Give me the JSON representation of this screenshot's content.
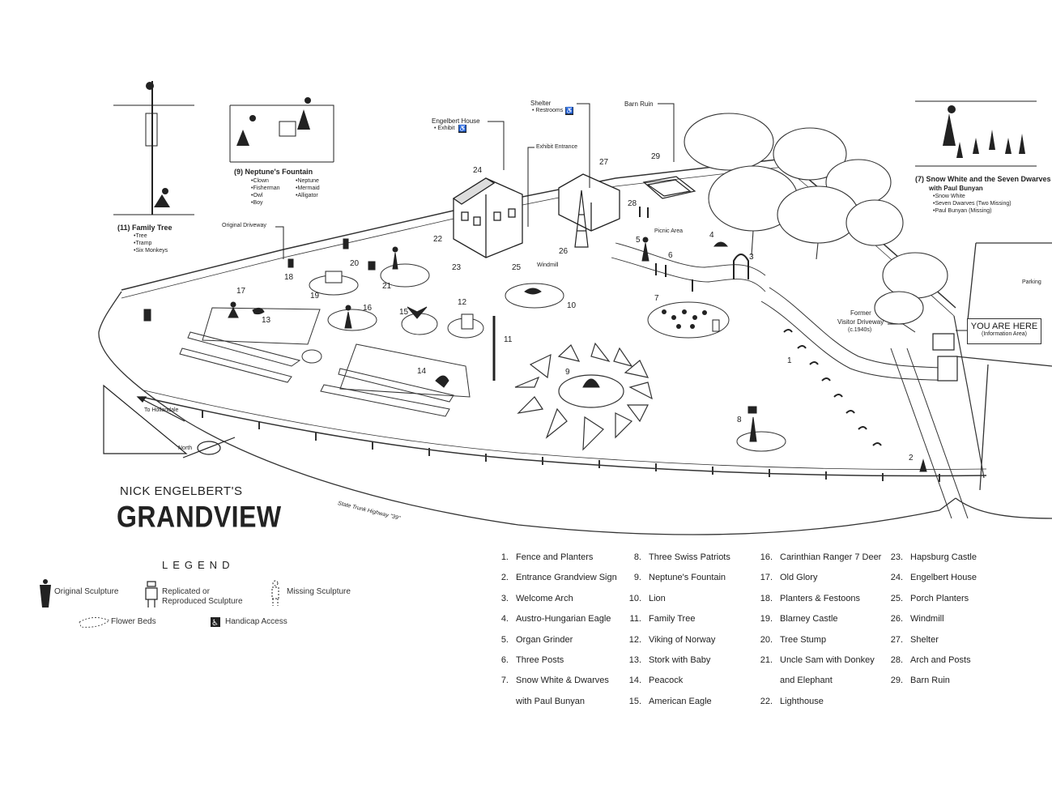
{
  "title": {
    "top": "NICK ENGELBERT'S",
    "main": "GRANDVIEW"
  },
  "legend": {
    "heading": "LEGEND",
    "items": [
      {
        "icon": "original-sculpture-icon",
        "label": "Original Sculpture"
      },
      {
        "icon": "replicated-sculpture-icon",
        "label_line1": "Replicated or",
        "label_line2": "Reproduced Sculpture"
      },
      {
        "icon": "missing-sculpture-icon",
        "label": "Missing Sculpture"
      },
      {
        "icon": "flower-bed-icon",
        "label": "Flower Beds"
      },
      {
        "icon": "handicap-icon",
        "label": "Handicap Access"
      }
    ]
  },
  "insets": {
    "family_tree": {
      "heading": "(11) Family Tree",
      "items": [
        "•Tree",
        "•Tramp",
        "•Six Monkeys"
      ]
    },
    "neptune": {
      "heading": "(9) Neptune's Fountain",
      "col1": [
        "•Clown",
        "•Fisherman",
        "•Owl",
        "•Boy"
      ],
      "col2": [
        "•Neptune",
        "•Mermaid",
        "•Alligator"
      ]
    },
    "snow_white": {
      "heading_line1": "(7) Snow White and the Seven Dwarves",
      "heading_line2": "with Paul Bunyan",
      "items": [
        "•Snow White",
        "•Seven Dwarves (Two Missing)",
        "•Paul Bunyan (Missing)"
      ]
    }
  },
  "callouts": {
    "engelbert_house": "Engelbert House",
    "engelbert_exhibit": "• Exhibit",
    "shelter": "Shelter",
    "shelter_restrooms": "• Restrooms",
    "barn_ruin": "Barn Ruin",
    "exhibit_entrance": "Exhibit Entrance",
    "original_driveway": "Original Driveway",
    "picnic_area": "Picnic Area",
    "windmill": "Windmill",
    "former_driveway_1": "Former",
    "former_driveway_2": "Visitor Driveway",
    "former_driveway_3": "(c.1940s)",
    "parking": "Parking",
    "you_are_here": "YOU ARE HERE",
    "info_area": "(Information Area)",
    "to_hollandale": "To Hollandale",
    "north": "North",
    "highway": "State Trunk Highway \"39\""
  },
  "map_numbers": [
    "1",
    "2",
    "3",
    "4",
    "5",
    "6",
    "7",
    "8",
    "9",
    "10",
    "11",
    "12",
    "13",
    "14",
    "15",
    "16",
    "17",
    "18",
    "19",
    "20",
    "21",
    "22",
    "23",
    "24",
    "25",
    "26",
    "27",
    "28",
    "29"
  ],
  "key": [
    [
      {
        "n": "1.",
        "label": "Fence and Planters"
      },
      {
        "n": "2.",
        "label": "Entrance Grandview Sign"
      },
      {
        "n": "3.",
        "label": "Welcome Arch"
      },
      {
        "n": "4.",
        "label": "Austro-Hungarian Eagle"
      },
      {
        "n": "5.",
        "label": "Organ Grinder"
      },
      {
        "n": "6.",
        "label": "Three Posts"
      },
      {
        "n": "7.",
        "label": "Snow White & Dwarves"
      },
      {
        "n": "",
        "label": "with Paul Bunyan"
      }
    ],
    [
      {
        "n": "8.",
        "label": "Three Swiss Patriots"
      },
      {
        "n": "9.",
        "label": "Neptune's Fountain"
      },
      {
        "n": "10.",
        "label": "Lion"
      },
      {
        "n": "11.",
        "label": "Family Tree"
      },
      {
        "n": "12.",
        "label": "Viking of Norway"
      },
      {
        "n": "13.",
        "label": "Stork with Baby"
      },
      {
        "n": "14.",
        "label": "Peacock"
      },
      {
        "n": "15.",
        "label": "American Eagle"
      }
    ],
    [
      {
        "n": "16.",
        "label": "Carinthian Ranger 7 Deer"
      },
      {
        "n": "17.",
        "label": "Old Glory"
      },
      {
        "n": "18.",
        "label": "Planters & Festoons"
      },
      {
        "n": "19.",
        "label": "Blarney Castle"
      },
      {
        "n": "20.",
        "label": "Tree Stump"
      },
      {
        "n": "21.",
        "label": "Uncle Sam with Donkey"
      },
      {
        "n": "",
        "label": "and Elephant"
      },
      {
        "n": "22.",
        "label": "Lighthouse"
      }
    ],
    [
      {
        "n": "23.",
        "label": "Hapsburg Castle"
      },
      {
        "n": "24.",
        "label": "Engelbert House"
      },
      {
        "n": "25.",
        "label": "Porch Planters"
      },
      {
        "n": "26.",
        "label": "Windmill"
      },
      {
        "n": "27.",
        "label": "Shelter"
      },
      {
        "n": "28.",
        "label": "Arch and Posts"
      },
      {
        "n": "29.",
        "label": "Barn Ruin"
      }
    ]
  ]
}
